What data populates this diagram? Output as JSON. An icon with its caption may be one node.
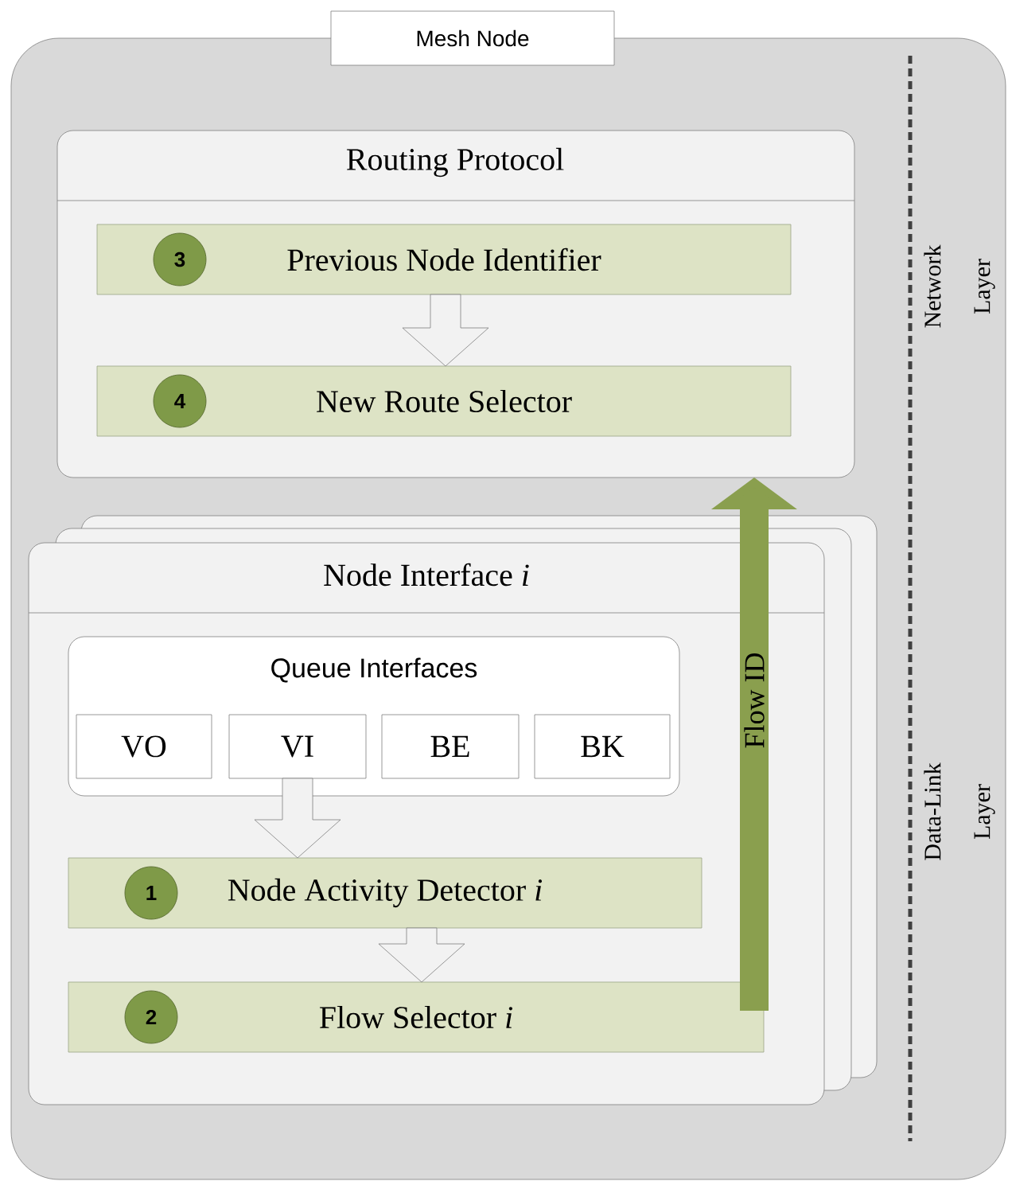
{
  "diagram": {
    "nodes": [
      {
        "text": [
          "Mesh Node"
        ]
      },
      {
        "text": [
          "Routing Protocol"
        ],
        "in": 0
      },
      {
        "text": [
          "3",
          "Previous Node Identifier"
        ],
        "in": 1
      },
      {
        "text": [
          "4",
          "New Route Selector"
        ],
        "in": 1
      },
      {
        "text": [
          "Node Interface *i*"
        ],
        "in": 0
      },
      {
        "text": [
          "Queue Interfaces"
        ],
        "in": 4
      },
      {
        "text": [
          "VO"
        ],
        "in": 5
      },
      {
        "text": [
          "VI"
        ],
        "in": 5
      },
      {
        "text": [
          "BE"
        ],
        "in": 5
      },
      {
        "text": [
          "BK"
        ],
        "in": 5
      },
      {
        "text": [
          "1",
          "Node Activity Detector *i*"
        ],
        "in": 4
      },
      {
        "text": [
          "2",
          "Flow Selector *i*"
        ],
        "in": 4
      }
    ],
    "edges": [
      {
        "from": 2,
        "to": 3,
        "arrow": "to"
      },
      {
        "from": 7,
        "to": 10,
        "arrow": "to"
      },
      {
        "from": 10,
        "to": 11,
        "arrow": "to"
      },
      {
        "from": 11,
        "to": 1,
        "arrow": "to",
        "label": "Flow ID",
        "color": "#8a9f4e"
      }
    ],
    "labels": [
      "Network Layer",
      "Data-Link Layer"
    ]
  }
}
